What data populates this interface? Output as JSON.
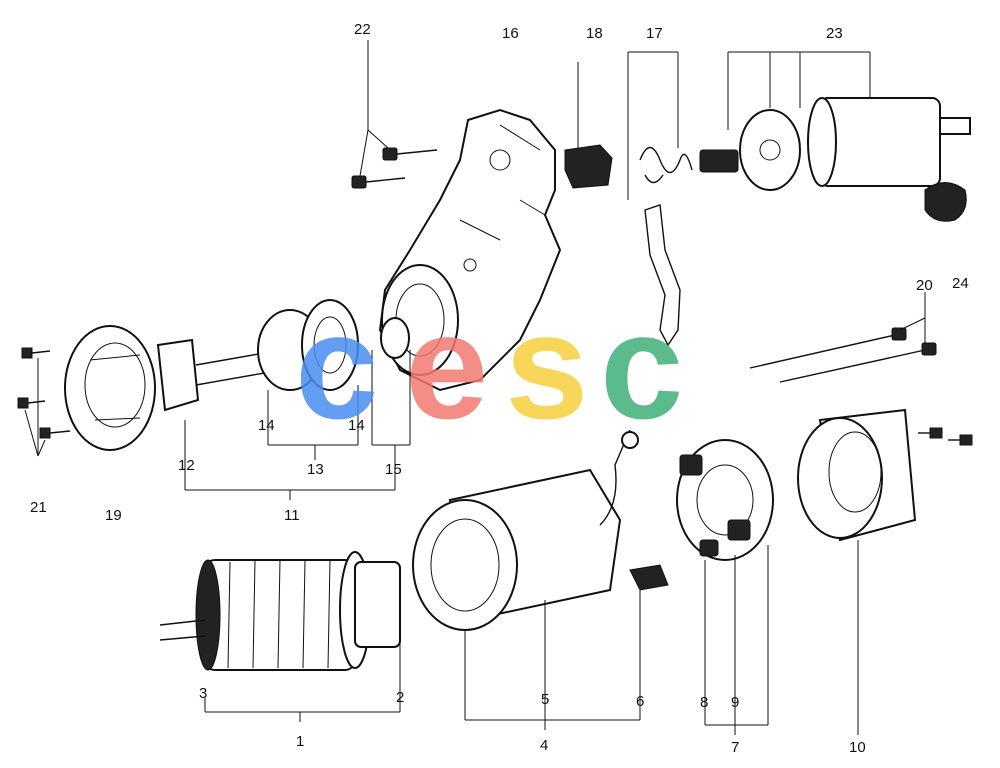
{
  "labels": {
    "l1": "1",
    "l2": "2",
    "l3": "3",
    "l4": "4",
    "l5": "5",
    "l6": "6",
    "l7": "7",
    "l8": "8",
    "l9": "9",
    "l10": "10",
    "l11": "11",
    "l12": "12",
    "l13": "13",
    "l14a": "14",
    "l14b": "14",
    "l15": "15",
    "l16": "16",
    "l17": "17",
    "l18": "18",
    "l19": "19",
    "l20": "20",
    "l21": "21",
    "l22": "22",
    "l23": "23",
    "l24": "24"
  },
  "watermark": {
    "c1": "c",
    "e": "e",
    "s": "s",
    "c2": "c",
    "colors": [
      "#4a8ef0",
      "#f27a72",
      "#f6cf3e",
      "#3fb07a"
    ]
  }
}
